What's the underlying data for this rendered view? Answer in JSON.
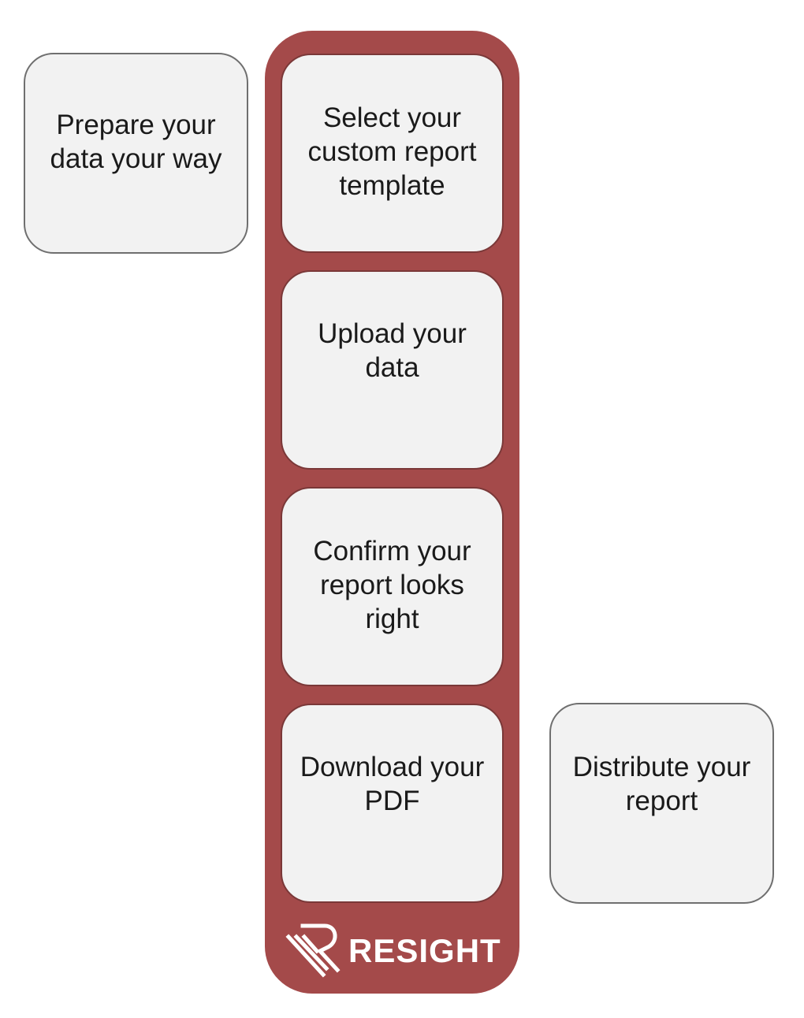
{
  "steps": {
    "prepare": "Prepare your data your way",
    "select": "Select your custom report template",
    "upload": "Upload your data",
    "confirm": "Confirm your report looks right",
    "download": "Download your PDF",
    "distribute": "Distribute your report"
  },
  "brand": {
    "name": "RESIGHT"
  },
  "colors": {
    "pipeline": "#a44a4a",
    "box_fill": "#f2f2f2",
    "box_border": "#6f6f6f",
    "text": "#1a1a1a",
    "logo_text": "#ffffff"
  }
}
